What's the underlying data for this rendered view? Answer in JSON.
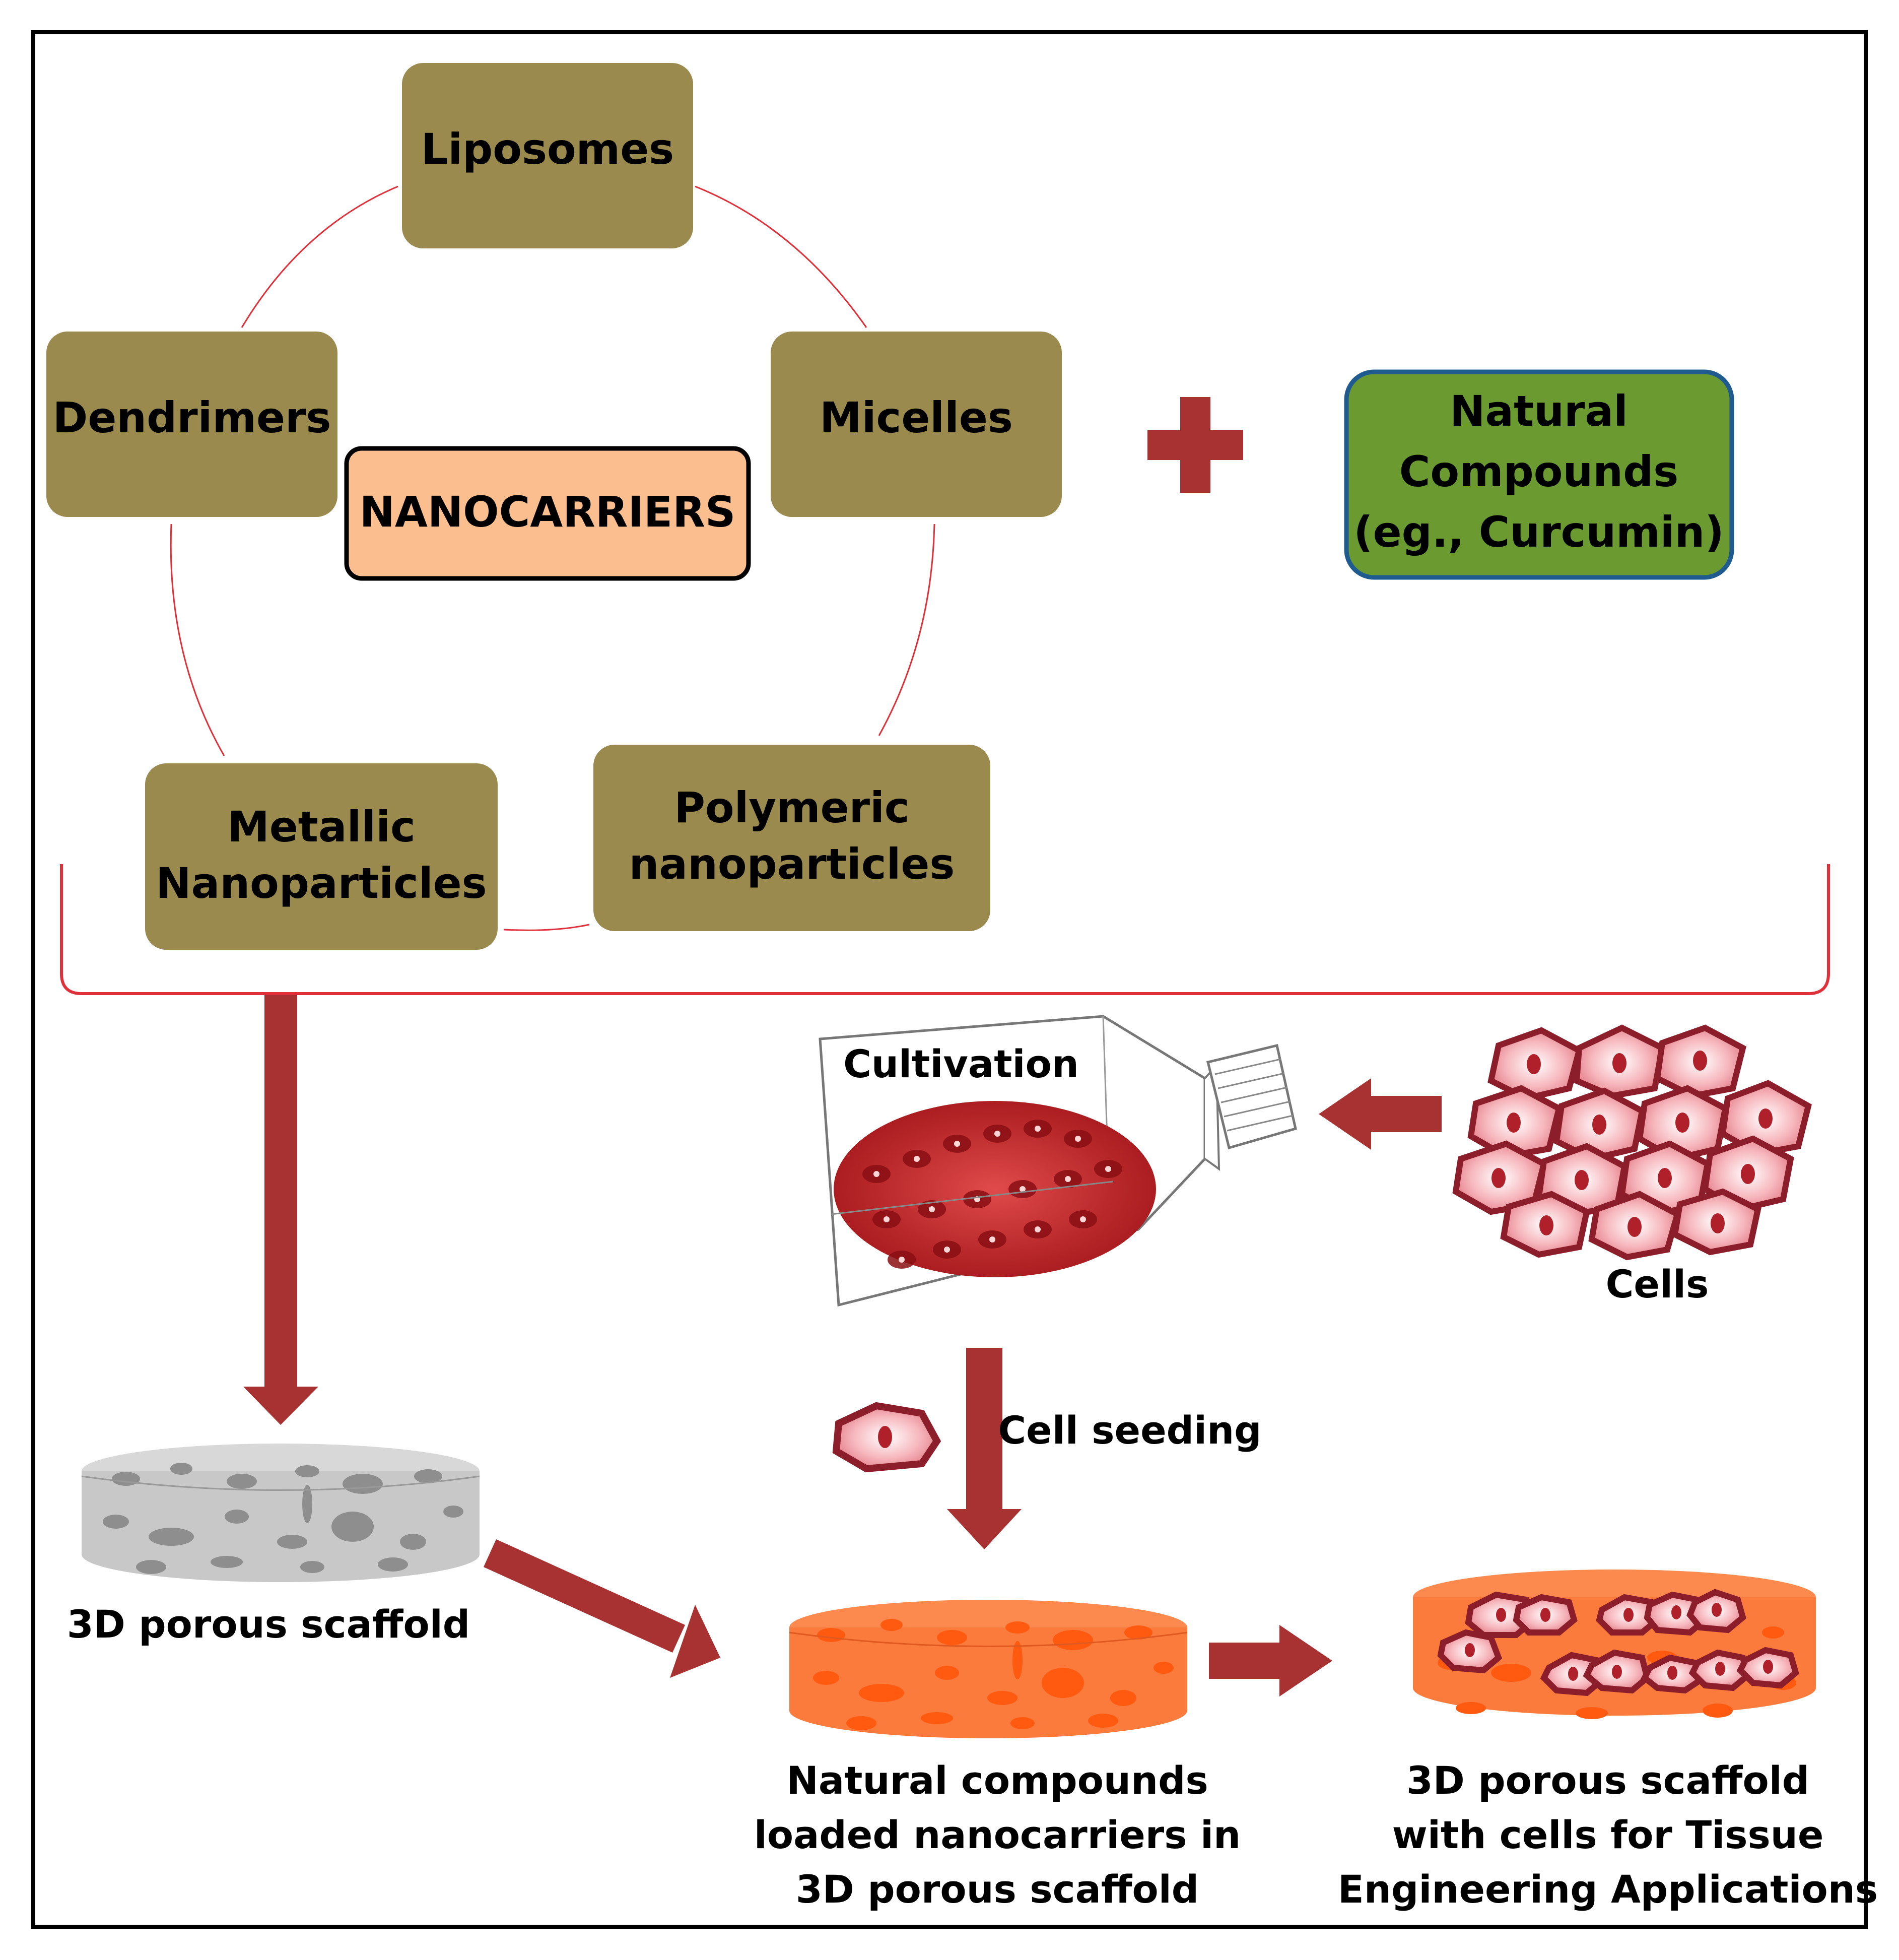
{
  "nanocarriers": {
    "center_label": "NANOCARRIERS",
    "types": [
      "Liposomes",
      "Micelles",
      "Dendrimers",
      [
        "Metallic",
        "Nanoparticles"
      ],
      [
        "Polymeric",
        "nanoparticles"
      ]
    ]
  },
  "natural_compounds": {
    "lines": [
      "Natural",
      "Compounds"
    ],
    "example": "(eg., Curcumin)"
  },
  "labels": {
    "cultivation": "Cultivation",
    "cells": "Cells",
    "cell_seeding": "Cell seeding",
    "scaffold": "3D porous scaffold",
    "loaded": [
      "Natural compounds",
      "loaded nanocarriers in",
      "3D porous scaffold"
    ],
    "final": [
      "3D porous scaffold",
      "with cells for Tissue",
      "Engineering Applications"
    ]
  },
  "colors": {
    "box_fill": "#9a8a4e",
    "center_fill": "#fbbf8f",
    "green_fill": "#6a9a30",
    "green_border": "#1f5b8f",
    "arrow": "#a83232",
    "ring": "#e0303a",
    "scaffold_gray": "#c8c8c8",
    "scaffold_orange": "#fa7b3c",
    "cell_fill": "#f2a0a8",
    "cell_border": "#8b1e2a"
  }
}
